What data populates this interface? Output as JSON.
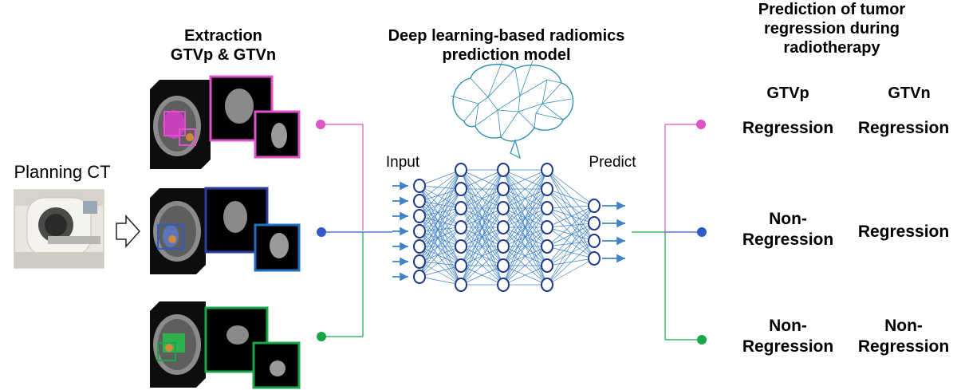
{
  "left": {
    "planning_ct_label": "Planning CT"
  },
  "extraction": {
    "title_line1": "Extraction",
    "title_line2": "GTVp & GTVn",
    "rows": [
      {
        "name": "magenta",
        "color": "#e052c8"
      },
      {
        "name": "blue",
        "color": "#2a3e9e"
      },
      {
        "name": "green",
        "color": "#17a84c"
      }
    ]
  },
  "model": {
    "title_line1": "Deep learning-based radiomics",
    "title_line2": "prediction model",
    "input_label": "Input",
    "predict_label": "Predict",
    "network_color": "#3f83c9"
  },
  "prediction": {
    "title_line1": "Prediction of tumor",
    "title_line2": "regression during",
    "title_line3": "radiotherapy",
    "col_gtvp": "GTVp",
    "col_gtvn": "GTVn",
    "rows": [
      {
        "gtvp_line1": "Regression",
        "gtvp_line2": "",
        "gtvn_line1": "Regression",
        "gtvn_line2": ""
      },
      {
        "gtvp_line1": "Non-",
        "gtvp_line2": "Regression",
        "gtvn_line1": "Regression",
        "gtvn_line2": ""
      },
      {
        "gtvp_line1": "Non-",
        "gtvp_line2": "Regression",
        "gtvn_line1": "Non-",
        "gtvn_line2": "Regression"
      }
    ]
  },
  "colors": {
    "magenta": "#e052c8",
    "blue": "#2f5bc8",
    "green": "#17a84c"
  }
}
